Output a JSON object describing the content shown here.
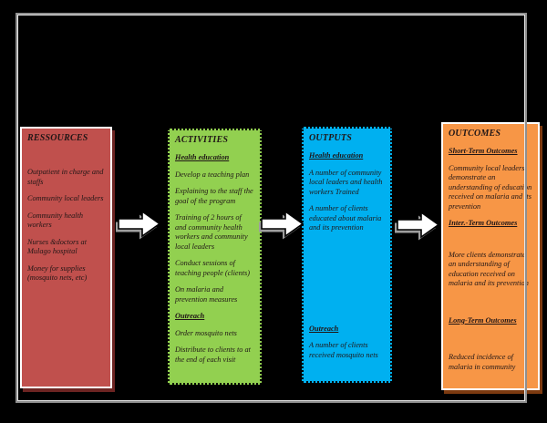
{
  "diagram": {
    "kind": "logic-model-flow",
    "frame_color": "#8f8f8f",
    "background": "#000000",
    "columns": [
      {
        "id": "resources",
        "title": "RESSOURCES",
        "fill": "#c0504d",
        "border_style": "solid-white",
        "shadow_color": "#6d2422",
        "blocks": [
          {
            "type": "item",
            "text": "Outpatient in charge and staffs",
            "gap": 26
          },
          {
            "type": "item",
            "text": "Community local leaders"
          },
          {
            "type": "item",
            "text": "Community health workers"
          },
          {
            "type": "item",
            "text": "Nurses &doctors at Mulago hospital"
          },
          {
            "type": "item",
            "text": "Money for supplies (mosquito nets, etc)"
          }
        ]
      },
      {
        "id": "activities",
        "title": "ACTIVITIES",
        "fill": "#92d050",
        "border_style": "dotted-black",
        "shadow_color": "",
        "blocks": [
          {
            "type": "subheading",
            "text": "Health education"
          },
          {
            "type": "item",
            "text": "Develop a teaching plan"
          },
          {
            "type": "item",
            "text": "Explaining to the staff the goal of the program"
          },
          {
            "type": "item",
            "text": "Training of 2 hours of and community health workers and community local leaders"
          },
          {
            "type": "item",
            "text": "Conduct sessions of teaching people (clients)"
          },
          {
            "type": "item",
            "text": "On malaria and prevention measures"
          },
          {
            "type": "subheading",
            "text": "Outreach"
          },
          {
            "type": "item",
            "text": "Order mosquito nets"
          },
          {
            "type": "item",
            "text": "Distribute to clients to at the end of each visit"
          }
        ]
      },
      {
        "id": "outputs",
        "title": "OUTPUTS",
        "fill": "#00b0f0",
        "border_style": "dotted-black",
        "shadow_color": "",
        "blocks": [
          {
            "type": "subheading",
            "text": "Health education"
          },
          {
            "type": "item",
            "text": "A number of community local leaders and health workers Trained"
          },
          {
            "type": "item",
            "text": "A number of clients educated about malaria and its prevention"
          },
          {
            "type": "subheading",
            "text": "Outreach",
            "gap": 100
          },
          {
            "type": "item",
            "text": "A number of clients received mosquito nets"
          }
        ]
      },
      {
        "id": "outcomes",
        "title": "OUTCOMES",
        "fill": "#f79646",
        "border_style": "solid-white",
        "shadow_color": "#7c3a10",
        "blocks": [
          {
            "type": "subheading",
            "text": "Short-Term Outcomes"
          },
          {
            "type": "item",
            "text": "Community local leaders demonstrate an understanding of education received on malaria and its prevention"
          },
          {
            "type": "subheading",
            "text": "Inter.-Term Outcomes"
          },
          {
            "type": "item",
            "text": "More clients demonstrate an understanding of education received on malaria and its prevention",
            "gap": 24
          },
          {
            "type": "subheading",
            "text": "Long-Term Outcomes",
            "gap": 30
          },
          {
            "type": "item",
            "text": "Reduced incidence of malaria in community",
            "gap": 30
          }
        ]
      }
    ],
    "arrows": {
      "count": 3,
      "direction": "right",
      "fill": "#ffffff",
      "outline": "#000000",
      "shadow": "#9e9e9e"
    }
  }
}
